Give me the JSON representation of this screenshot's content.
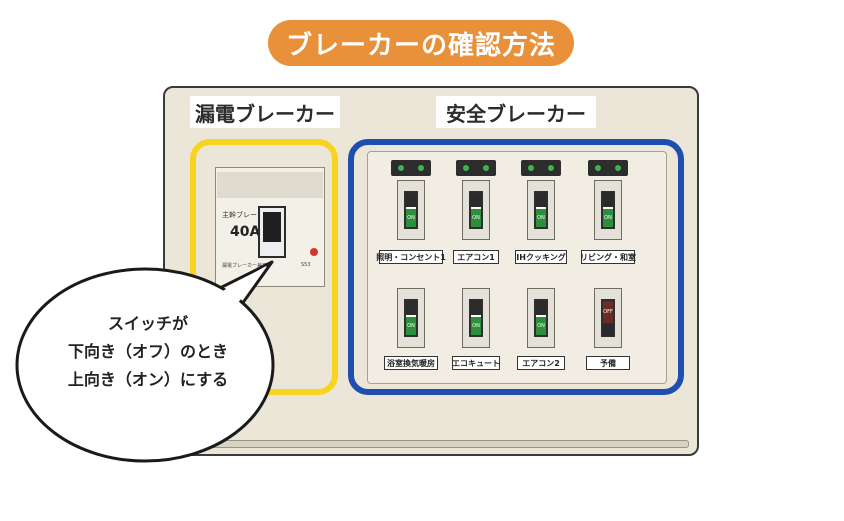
{
  "title": "ブレーカーの確認方法",
  "section_labels": {
    "leakage": "漏電ブレーカー",
    "safety": "安全ブレーカー"
  },
  "main_breaker": {
    "small_label": "主幹ブレーカー",
    "amperage": "40A",
    "bottom_label": "漏電ブレーカー兼用",
    "code": "S53"
  },
  "safety_breakers": [
    {
      "label": "照明・コンセント1",
      "state": "ON"
    },
    {
      "label": "エアコン1",
      "state": "ON"
    },
    {
      "label": "IHクッキング",
      "state": "ON"
    },
    {
      "label": "リビング・和室",
      "state": "ON"
    },
    {
      "label": "浴室換気暖房",
      "state": "ON"
    },
    {
      "label": "エコキュート",
      "state": "ON"
    },
    {
      "label": "エアコン2",
      "state": "ON"
    },
    {
      "label": "予備",
      "state": "OFF"
    }
  ],
  "speech": {
    "line1": "スイッチが",
    "line2": "下向き（オフ）のとき",
    "line3": "上向き（オン）にする"
  },
  "colors": {
    "title_bg": "#e8913a",
    "leakage_frame": "#f6d41f",
    "safety_frame": "#1e4fb0",
    "led": "#3fb34f",
    "on": "#2b8f3c",
    "off": "#6a2b22"
  }
}
